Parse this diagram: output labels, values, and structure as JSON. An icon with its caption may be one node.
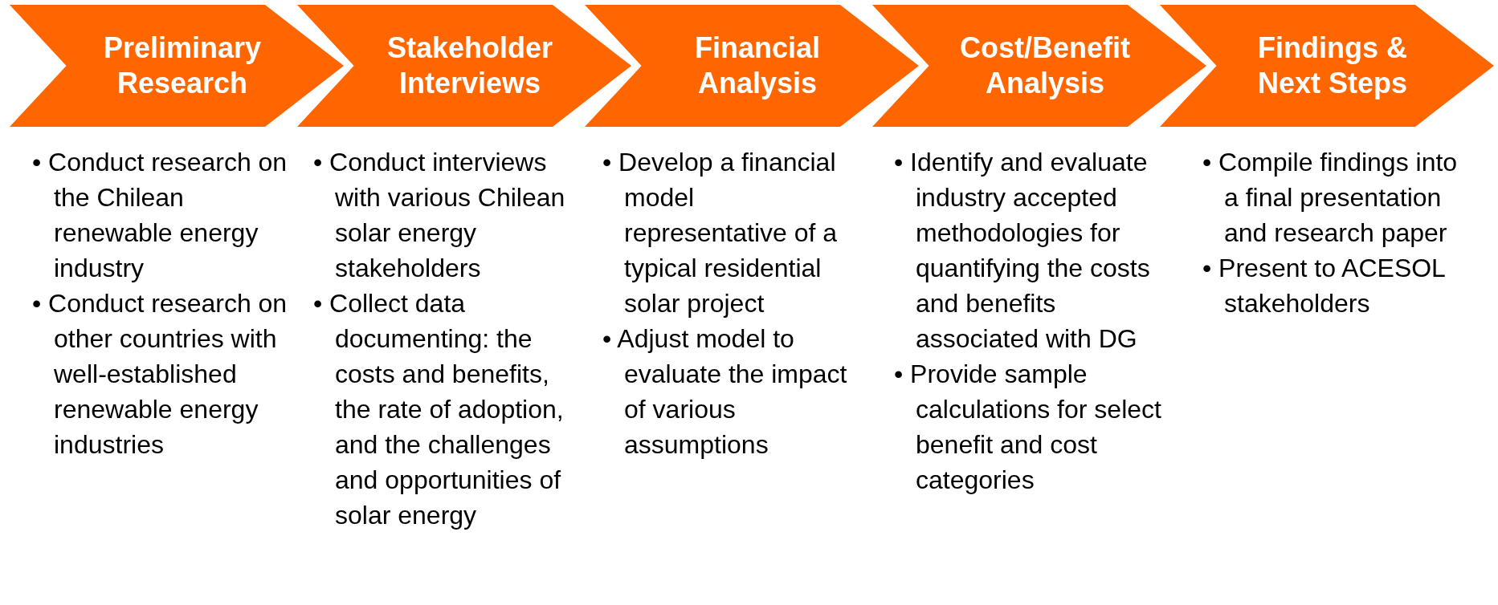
{
  "diagram": {
    "nodes": [
      {
        "text": [
          "Preliminary Research"
        ],
        "beside": [
          "• Conduct research on the Chilean renewable energy industry",
          "• Conduct research on other countries with well-established renewable energy industries"
        ]
      },
      {
        "text": [
          "Stakeholder Interviews"
        ],
        "beside": [
          "• Conduct interviews with various Chilean solar energy stakeholders",
          "• Collect data documenting: the costs and benefits, the rate of adoption, and the challenges and opportunities of solar energy"
        ]
      },
      {
        "text": [
          "Financial Analysis"
        ],
        "beside": [
          "• Develop a financial model representative of a typical residential solar project",
          "• Adjust model to evaluate the impact of various assumptions"
        ]
      },
      {
        "text": [
          "Cost/Benefit Analysis"
        ],
        "beside": [
          "• Identify and evaluate industry accepted methodologies for quantifying the costs and benefits associated with DG",
          "• Provide sample calculations for select benefit and cost categories"
        ]
      },
      {
        "text": [
          "Findings & Next Steps"
        ],
        "beside": [
          "• Compile findings into a final presentation and research paper",
          "• Present to ACESOL stakeholders"
        ]
      }
    ]
  }
}
